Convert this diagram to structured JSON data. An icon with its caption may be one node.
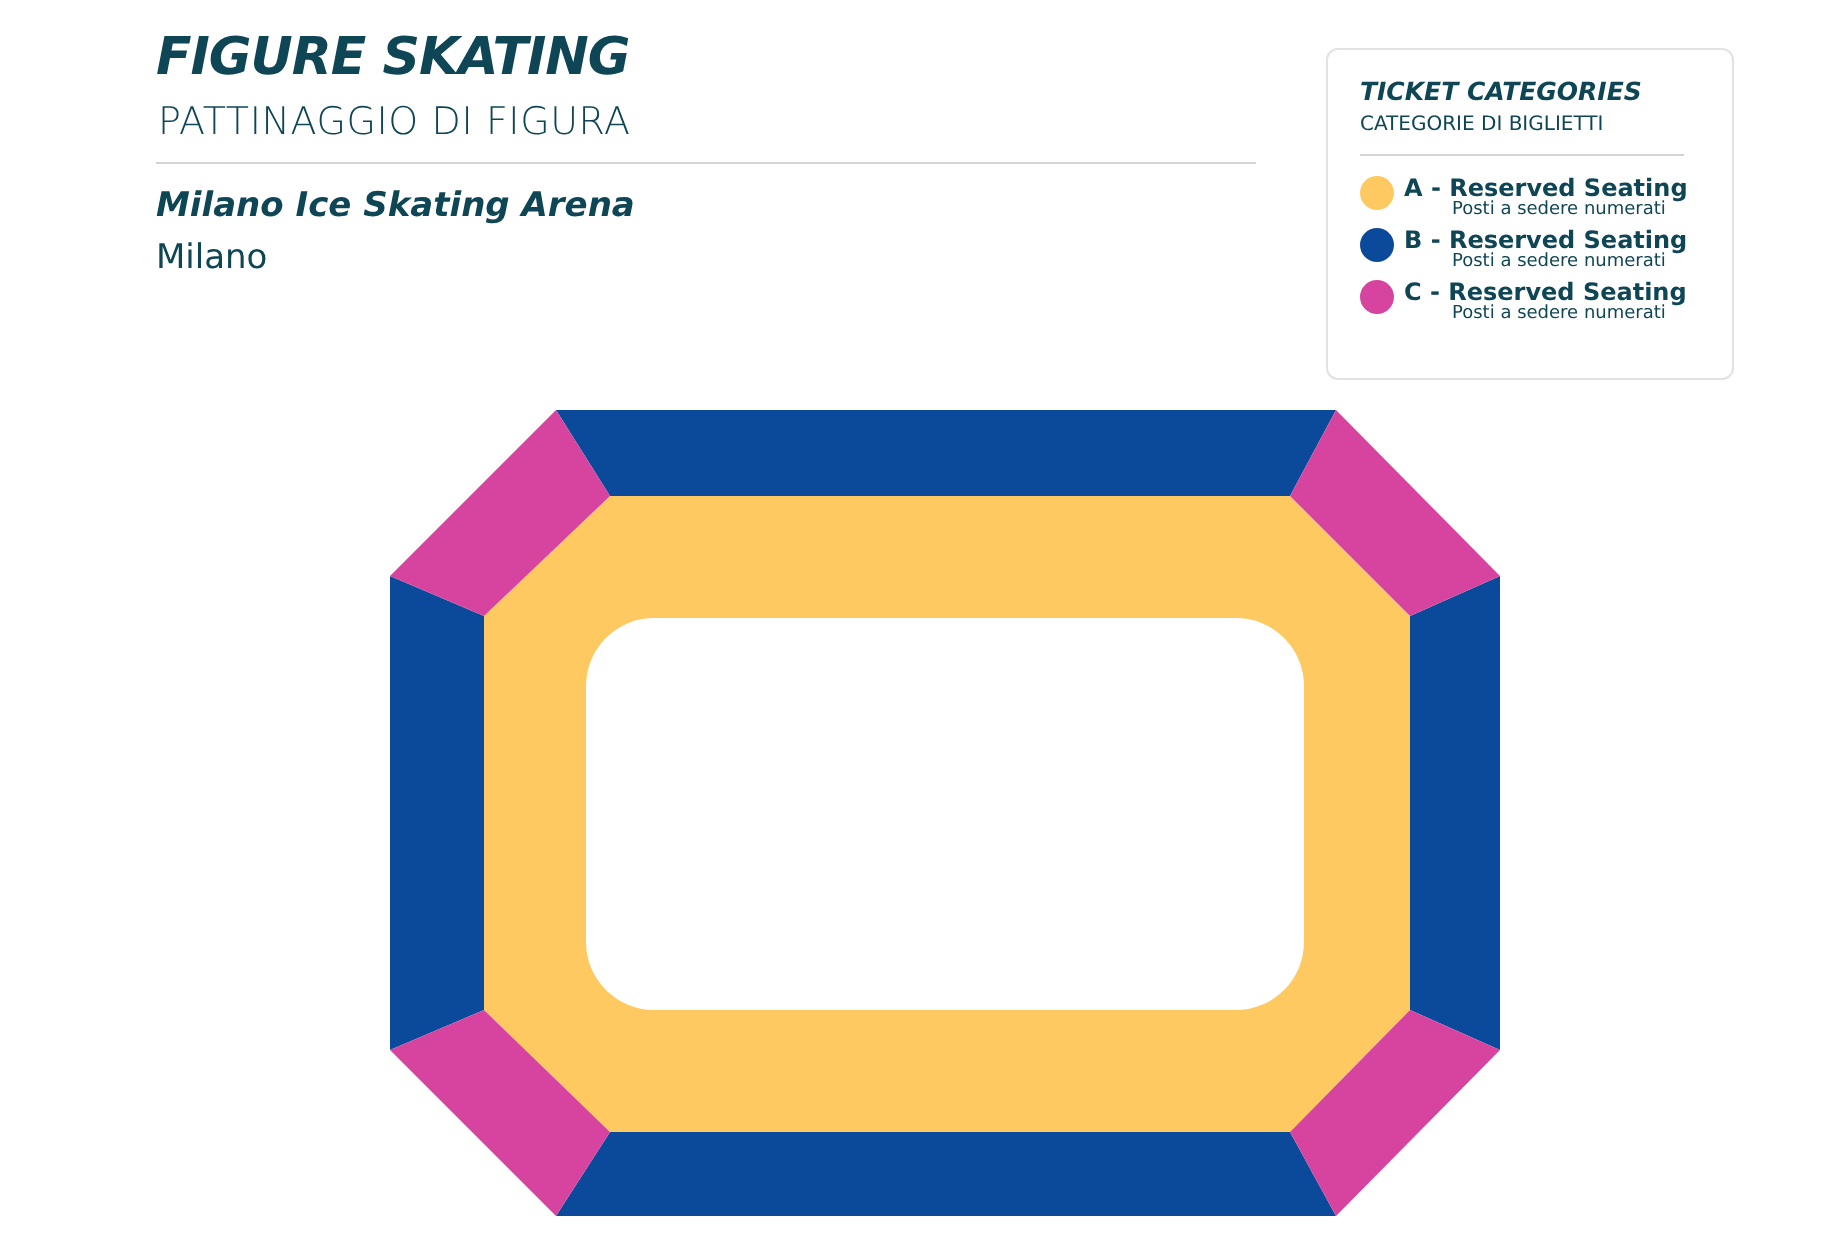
{
  "diagram": {
    "title": "FIGURE SKATING",
    "labels": [
      "PATTINAGGIO DI FIGURA",
      "Milano Ice Skating Arena",
      "Milano",
      "TICKET CATEGORIES",
      "CATEGORIE DI BIGLIETTI",
      "Posti a sedere numerati",
      "Posti a sedere numerati",
      "Posti a sedere numerati"
    ],
    "legend": [
      {
        "text": "A - Reserved Seating",
        "color": "#fdc960"
      },
      {
        "text": "B - Reserved Seating",
        "color": "#0b4a9b"
      },
      {
        "text": "C - Reserved Seating",
        "color": "#d6449f"
      }
    ]
  }
}
